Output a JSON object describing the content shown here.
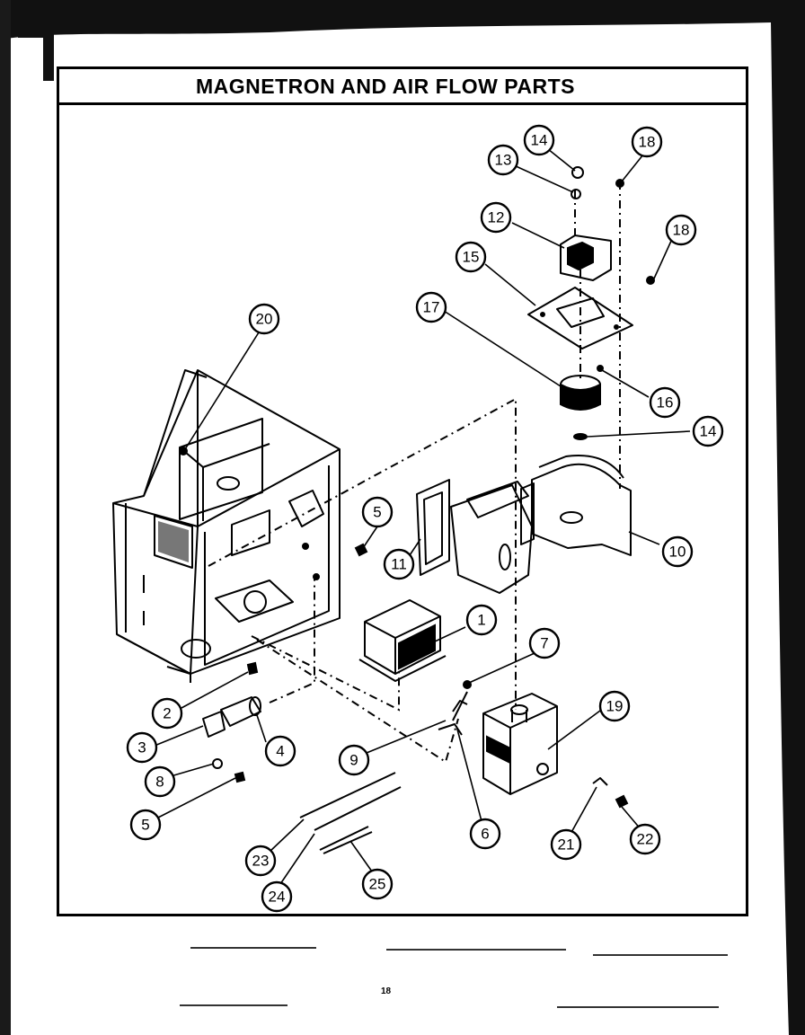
{
  "title": "MAGNETRON AND AIR FLOW PARTS",
  "page_number": "18",
  "callouts": [
    {
      "id": "c1",
      "label": "1"
    },
    {
      "id": "c2",
      "label": "2"
    },
    {
      "id": "c3",
      "label": "3"
    },
    {
      "id": "c4",
      "label": "4"
    },
    {
      "id": "c5a",
      "label": "5"
    },
    {
      "id": "c5b",
      "label": "5"
    },
    {
      "id": "c6",
      "label": "6"
    },
    {
      "id": "c7",
      "label": "7"
    },
    {
      "id": "c8",
      "label": "8"
    },
    {
      "id": "c9",
      "label": "9"
    },
    {
      "id": "c10",
      "label": "10"
    },
    {
      "id": "c11",
      "label": "11"
    },
    {
      "id": "c12",
      "label": "12"
    },
    {
      "id": "c13",
      "label": "13"
    },
    {
      "id": "c14a",
      "label": "14"
    },
    {
      "id": "c14b",
      "label": "14"
    },
    {
      "id": "c15",
      "label": "15"
    },
    {
      "id": "c16",
      "label": "16"
    },
    {
      "id": "c17",
      "label": "17"
    },
    {
      "id": "c18a",
      "label": "18"
    },
    {
      "id": "c18b",
      "label": "18"
    },
    {
      "id": "c19",
      "label": "19"
    },
    {
      "id": "c20",
      "label": "20"
    },
    {
      "id": "c21",
      "label": "21"
    },
    {
      "id": "c22",
      "label": "22"
    },
    {
      "id": "c23",
      "label": "23"
    },
    {
      "id": "c24",
      "label": "24"
    },
    {
      "id": "c25",
      "label": "25"
    }
  ]
}
